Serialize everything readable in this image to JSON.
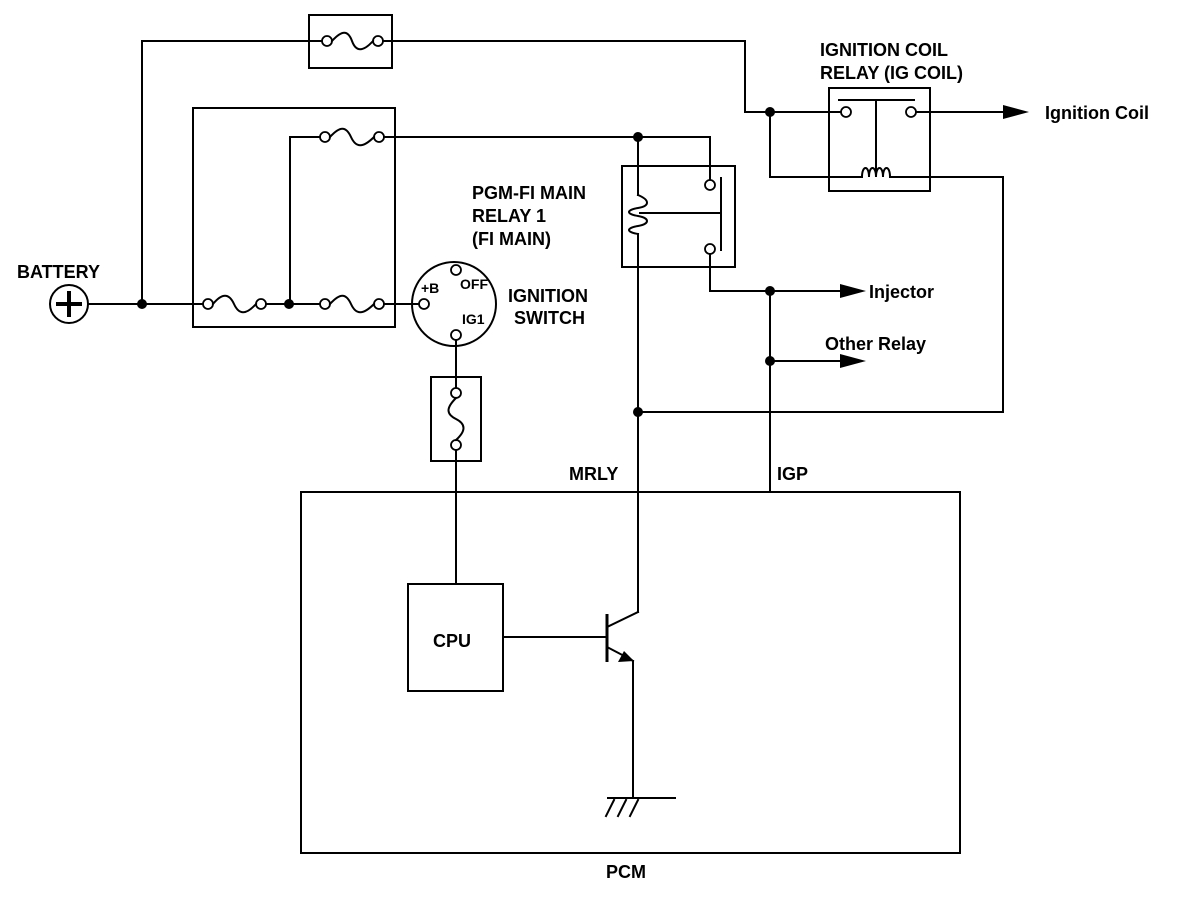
{
  "labels": {
    "battery": "BATTERY",
    "ig_coil_relay_line1": "IGNITION COIL",
    "ig_coil_relay_line2": "RELAY (IG COIL)",
    "ignition_coil": "Ignition Coil",
    "main_relay_line1": "PGM-FI MAIN",
    "main_relay_line2": "RELAY 1",
    "main_relay_line3": "(FI MAIN)",
    "ignition_switch_line1": "IGNITION",
    "ignition_switch_line2": "SWITCH",
    "switch_plus_b": "+B",
    "switch_off": "OFF",
    "switch_ig1": "IG1",
    "injector": "Injector",
    "other_relay": "Other Relay",
    "mrly": "MRLY",
    "igp": "IGP",
    "cpu": "CPU",
    "pcm": "PCM"
  }
}
